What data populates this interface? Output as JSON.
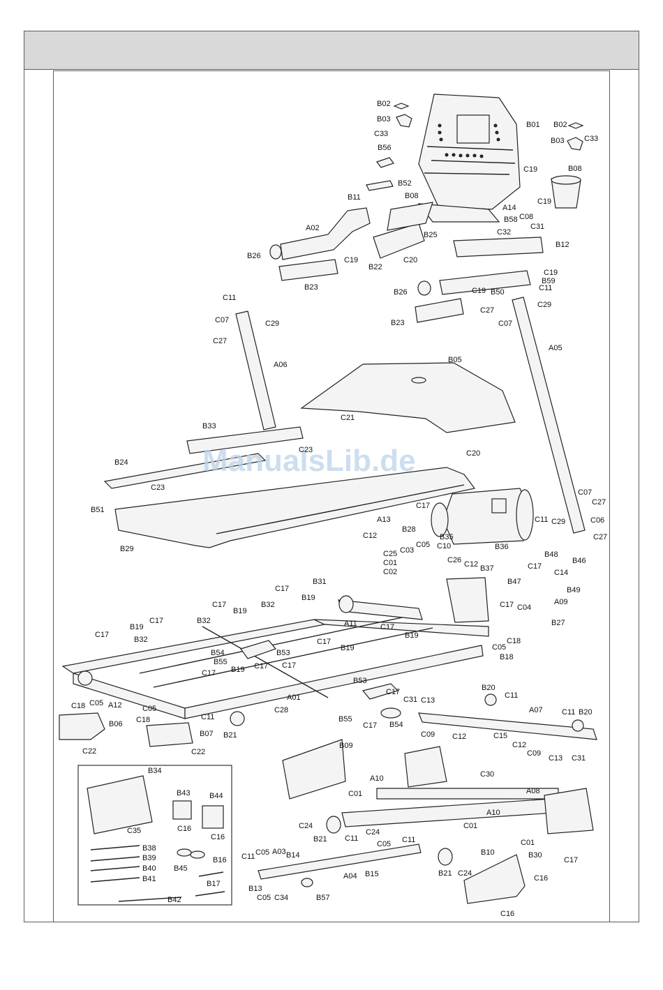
{
  "watermark": "ManualsLib.de",
  "part_labels": {
    "B02a": "B02",
    "B03a": "B03",
    "C33a": "C33",
    "B01": "B01",
    "B02b": "B02",
    "B03b": "B03",
    "C33b": "C33",
    "B56": "B56",
    "C19a": "C19",
    "B08a": "B08",
    "C19b": "C19",
    "B52": "B52",
    "B11": "B11",
    "B08b": "B08",
    "A14": "A14",
    "B58": "B58",
    "C08a": "C08",
    "C31a": "C31",
    "A02": "A02",
    "C32": "C32",
    "B25": "B25",
    "B26a": "B26",
    "C19c": "C19",
    "B22": "B22",
    "C20a": "C20",
    "B12": "B12",
    "C19d": "C19",
    "B59": "B59",
    "B23a": "B23",
    "C19e": "C19",
    "B50": "B50",
    "C11a": "C11",
    "B26b": "B26",
    "C27a": "C27",
    "C29a": "C29",
    "C07a": "C07",
    "C11b": "C11",
    "C07b": "C07",
    "C29b": "C29",
    "C27b": "C27",
    "B23b": "B23",
    "A06": "A06",
    "A05": "A05",
    "B05": "B05",
    "C21": "C21",
    "B33": "B33",
    "C20b": "C20",
    "C23a": "C23",
    "B24": "B24",
    "C23b": "C23",
    "B51": "B51",
    "B29": "B29",
    "C07c": "C07",
    "C27c": "C27",
    "A13": "A13",
    "C17a": "C17",
    "C11c": "C11",
    "C29c": "C29",
    "C06": "C06",
    "C27d": "C27",
    "B28": "B28",
    "B35": "B35",
    "B36": "B36",
    "C12a": "C12",
    "C05a": "C05",
    "C25": "C25",
    "C03": "C03",
    "C10": "C10",
    "C01a": "C01",
    "C02": "C02",
    "C26": "C26",
    "C12b": "C12",
    "B37": "B37",
    "B48": "B48",
    "B46": "B46",
    "C17b": "C17",
    "C14": "C14",
    "B31": "B31",
    "C17c": "C17",
    "B19a": "B19",
    "B47": "B47",
    "B49": "B49",
    "A09": "A09",
    "C17d": "C17",
    "B19b": "B19",
    "B32a": "B32",
    "C17e": "C17",
    "C04": "C04",
    "B27": "B27",
    "A11": "A11",
    "B19c": "B19",
    "C17f": "C17",
    "B32b": "B32",
    "C17g": "C17",
    "B19d": "B19",
    "C18a": "C18",
    "C17h": "C17",
    "B32c": "B32",
    "C05b": "C05",
    "B18": "B18",
    "B54a": "B54",
    "B53a": "B53",
    "C17i": "C17",
    "B19e": "B19",
    "B55a": "B55",
    "C17j": "C17",
    "C17k": "C17",
    "C17l": "C17",
    "B19f": "B19",
    "B20a": "B20",
    "C11d": "C11",
    "C18b": "C18",
    "C05c": "C05",
    "A12": "A12",
    "B53b": "B53",
    "C17m": "C17",
    "A01": "A01",
    "C31b": "C31",
    "C13a": "C13",
    "A07": "A07",
    "C11e": "C11",
    "B20b": "B20",
    "C05d": "C05",
    "C28": "C28",
    "B55b": "B55",
    "C17n": "C17",
    "B54b": "B54",
    "C09a": "C09",
    "C12c": "C12",
    "C15": "C15",
    "B06": "B06",
    "C18c": "C18",
    "C11f": "C11",
    "B07": "B07",
    "B21a": "B21",
    "C12d": "C12",
    "C09b": "C09",
    "C13b": "C13",
    "C31c": "C31",
    "C22a": "C22",
    "C22b": "C22",
    "B09": "B09",
    "B34": "B34",
    "C30": "C30",
    "A10a": "A10",
    "C01b": "C01",
    "A08": "A08",
    "B43": "B43",
    "B44": "B44",
    "A10b": "A10",
    "C01c": "C01",
    "C16a": "C16",
    "C16b": "C16",
    "C24a": "C24",
    "B21b": "B21",
    "C11g": "C11",
    "C35": "C35",
    "C24b": "C24",
    "C05e": "C05",
    "C11h": "C11",
    "C01d": "C01",
    "B30": "B30",
    "C17o": "C17",
    "B38": "B38",
    "B39": "B39",
    "B40": "B40",
    "B45": "B45",
    "B16": "B16",
    "B41": "B41",
    "B17": "B17",
    "B42": "B42",
    "C11i": "C11",
    "C05f": "C05",
    "A03": "A03",
    "B14": "B14",
    "A04": "A04",
    "B15": "B15",
    "B21c": "B21",
    "C24c": "C24",
    "B10": "B10",
    "C16c": "C16",
    "C16d": "C16",
    "B13": "B13",
    "C05g": "C05",
    "C34": "C34",
    "B57": "B57"
  }
}
